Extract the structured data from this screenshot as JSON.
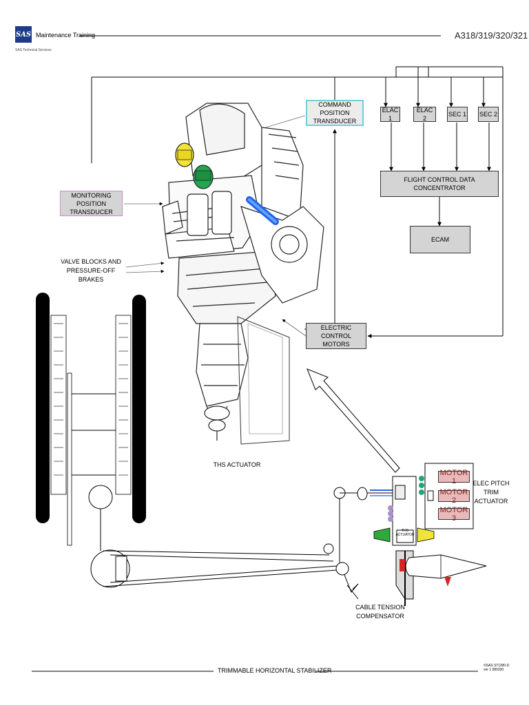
{
  "header": {
    "logo_text": "SAS",
    "title": "Maintenance Training",
    "subtitle": "SAS Technical Services",
    "model": "A318/319/320/321"
  },
  "computers": [
    "ELAC 1",
    "ELAC 2",
    "SEC 1",
    "SEC 2"
  ],
  "fcdc": "FLIGHT CONTROL DATA CONCENTRATOR",
  "ecam": "ECAM",
  "command_transducer": [
    "COMMAND POSITION",
    "TRANSDUCER"
  ],
  "monitoring_transducer": [
    "MONITORING POSITION",
    "TRANSDUCER"
  ],
  "valve_blocks": [
    "VALVE BLOCKS AND",
    "PRESSURE-OFF BRAKES"
  ],
  "electric_motors": [
    "ELECTRIC CONTROL",
    "MOTORS"
  ],
  "ths_actuator": "THS ACTUATOR",
  "cable_tension": [
    "CABLE TENSION",
    "COMPENSATOR"
  ],
  "elec_pitch": [
    "ELEC PITCH",
    "TRIM",
    "ACTUATOR"
  ],
  "motors": [
    "MOTOR 1",
    "MOTOR 2",
    "MOTOR 3"
  ],
  "mini_ths": [
    "THS",
    "ACTUATOR"
  ],
  "footer": "TRIMMABLE HORIZONTAL STABILIZER",
  "footer_code": [
    "©SAS STCM0-D",
    "ver 1 080320"
  ],
  "colors": {
    "box_grey": "#d4d4d4",
    "cyan_border": "#6fd0d8",
    "purple_border": "#c48cc8",
    "motor_fill": "#e9b9b9",
    "transducer_yellow": "#f2e436",
    "transducer_green": "#22a650",
    "shaft_blue": "#3b82f6",
    "logo_blue": "#1e3a8a"
  }
}
